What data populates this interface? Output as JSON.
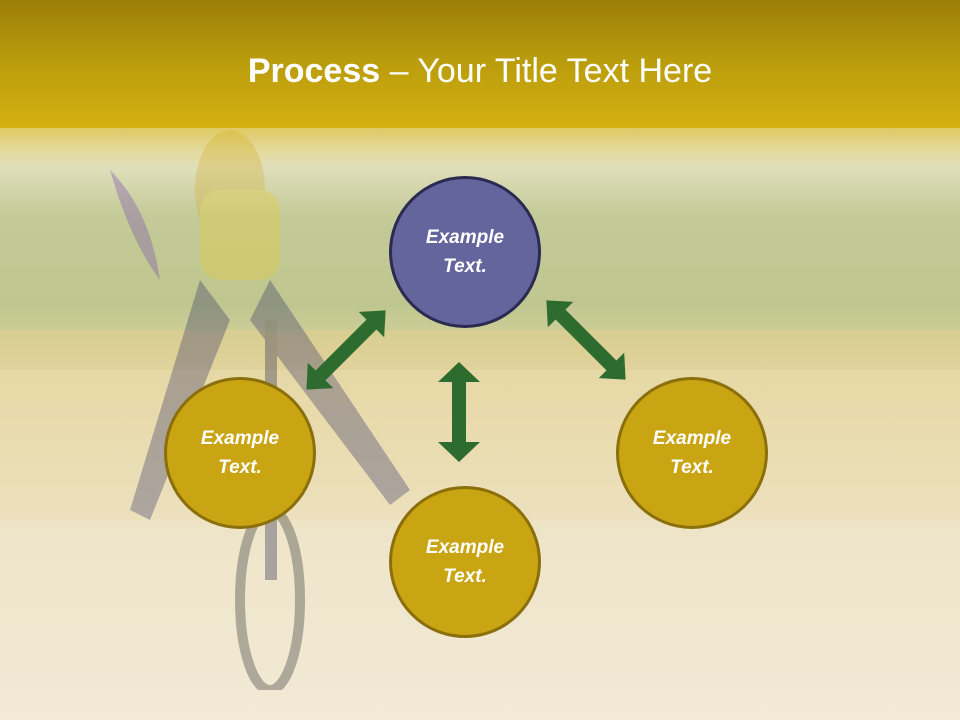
{
  "slide": {
    "title_bold": "Process",
    "title_rest": " – Your Title Text Here"
  },
  "diagram": {
    "center_top": {
      "label_line1": "Example",
      "label_line2": "Text.",
      "color": "#65659e"
    },
    "left": {
      "label_line1": "Example",
      "label_line2": "Text.",
      "color": "#c9a413"
    },
    "bottom": {
      "label_line1": "Example",
      "label_line2": "Text.",
      "color": "#c9a413"
    },
    "right": {
      "label_line1": "Example",
      "label_line2": "Text.",
      "color": "#c9a413"
    },
    "arrow_color": "#2e6b2e",
    "arrows": [
      "top-left",
      "vertical-center",
      "top-right"
    ]
  },
  "colors": {
    "header_top": "#9c7d08",
    "header_bottom": "#d5b010"
  }
}
